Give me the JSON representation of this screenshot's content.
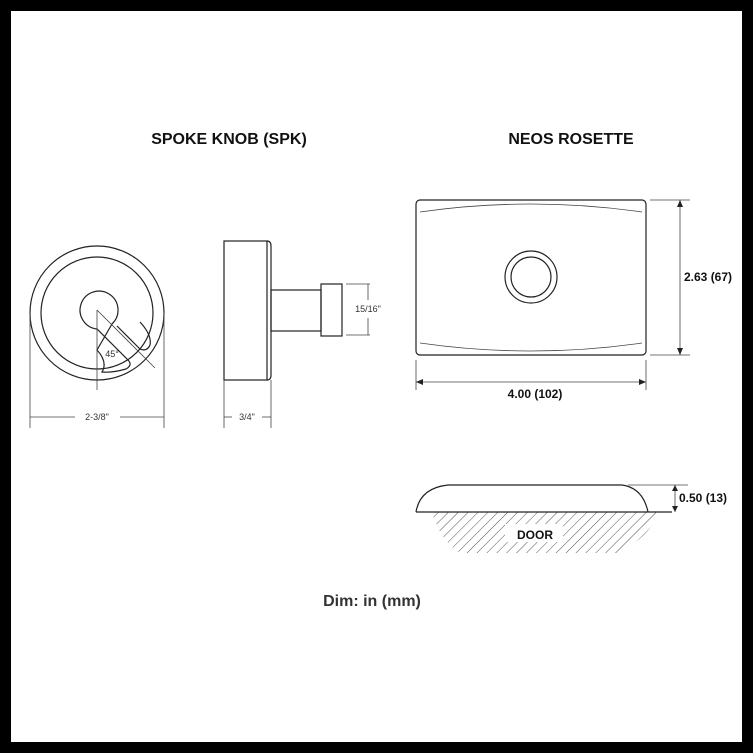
{
  "titles": {
    "knob": "SPOKE KNOB (SPK)",
    "rosette": "NEOS ROSETTE"
  },
  "knob_dims": {
    "diameter": "2-3/8\"",
    "angle": "45°",
    "depth": "3/4\"",
    "stem": "15/16\""
  },
  "rosette_dims": {
    "height": "2.63 (67)",
    "width": "4.00 (102)",
    "thickness": "0.50 (13)",
    "door": "DOOR"
  },
  "footer": "Dim: in (mm)"
}
